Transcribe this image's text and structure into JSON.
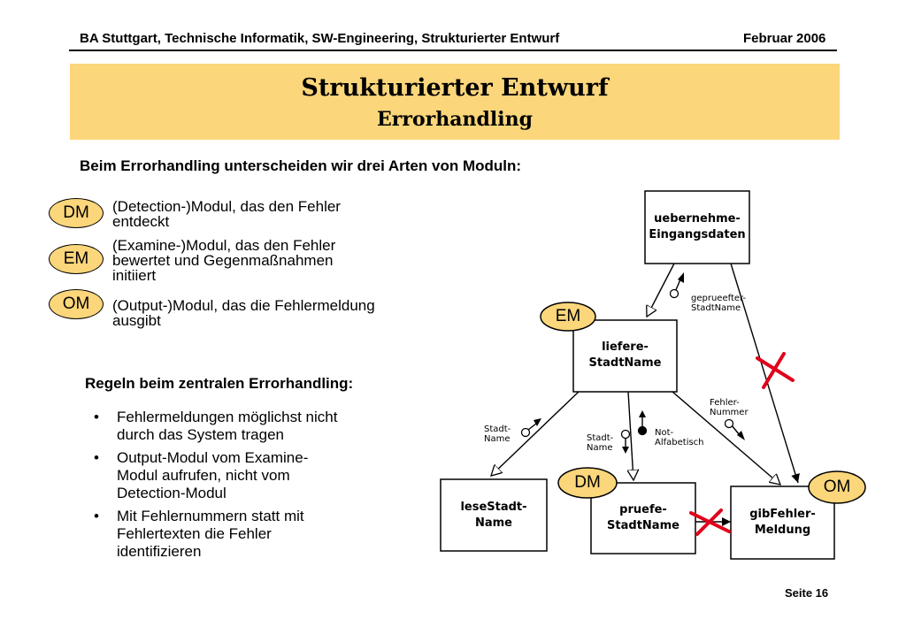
{
  "header": {
    "left": "BA Stuttgart, Technische Informatik, SW-Engineering, Strukturierter Entwurf",
    "right": "Februar 2006"
  },
  "title": {
    "main": "Strukturierter Entwurf",
    "sub": "Errorhandling"
  },
  "intro": "Beim Errorhandling unterscheiden wir drei Arten von Moduln:",
  "module_types": [
    {
      "abbr": "DM",
      "line1": "(Detection-)Modul, das den Fehler",
      "line2": "entdeckt",
      "line3": ""
    },
    {
      "abbr": "EM",
      "line1": "(Examine-)Modul, das den Fehler",
      "line2": "bewertet und Gegenmaßnahmen",
      "line3": "initiiert"
    },
    {
      "abbr": "OM",
      "line1": "(Output-)Modul, das die Fehlermeldung",
      "line2": "ausgibt",
      "line3": ""
    }
  ],
  "rules": {
    "title": "Regeln beim zentralen Errorhandling:",
    "bullet_char": "•",
    "items": [
      {
        "line1": "Fehlermeldungen möglichst nicht",
        "line2": "durch das System tragen",
        "line3": ""
      },
      {
        "line1": "Output-Modul vom Examine-",
        "line2": "Modul aufrufen, nicht vom",
        "line3": "Detection-Modul"
      },
      {
        "line1": "Mit Fehlernummern statt mit",
        "line2": "Fehlertexten die Fehler",
        "line3": "identifizieren"
      }
    ]
  },
  "diagram": {
    "modules": {
      "uebernehme": {
        "line1": "uebernehme-",
        "line2": "Eingangsdaten"
      },
      "liefere": {
        "line1": "liefere-",
        "line2": "StadtName"
      },
      "lese": {
        "line1": "leseStadt-",
        "line2": "Name"
      },
      "pruefe": {
        "line1": "pruefe-",
        "line2": "StadtName"
      },
      "gibfehler": {
        "line1": "gibFehler-",
        "line2": "Meldung"
      }
    },
    "badges": {
      "em": "EM",
      "dm": "DM",
      "om": "OM"
    },
    "labels": {
      "geprueft": {
        "line1": "geprueefter-",
        "line2": "StadtName"
      },
      "fehlernummer": {
        "line1": "Fehler-",
        "line2": "Nummer"
      },
      "stadtname_left": {
        "line1": "Stadt-",
        "line2": "Name"
      },
      "stadtname_mid": {
        "line1": "Stadt-",
        "line2": "Name"
      },
      "notalfa": {
        "line1": "Not-",
        "line2": "Alfabetisch"
      }
    },
    "colors": {
      "cross": "#e0001b",
      "badge_fill": "#fbd67a",
      "title_fill": "#fbd67a"
    }
  },
  "footer": {
    "page": "Seite 16"
  }
}
